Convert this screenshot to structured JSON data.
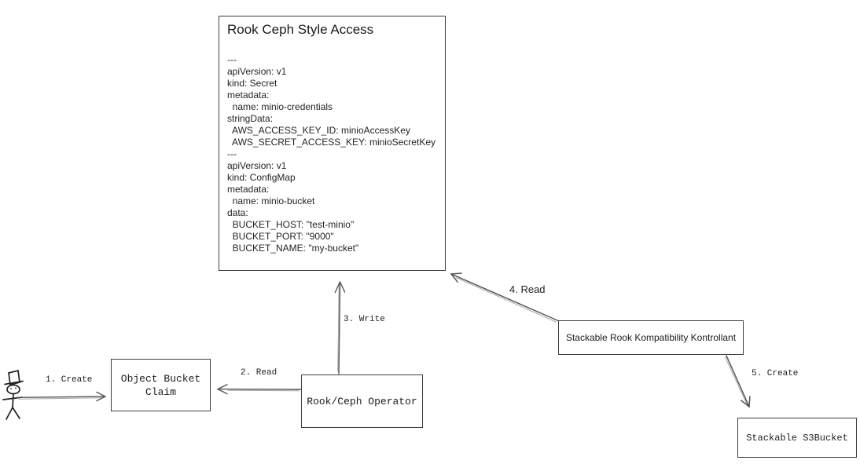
{
  "yaml_box": {
    "title": "Rook Ceph Style Access",
    "lines": [
      "---",
      "apiVersion: v1",
      "kind: Secret",
      "metadata:",
      "  name: minio-credentials",
      "stringData:",
      "  AWS_ACCESS_KEY_ID: minioAccessKey",
      "  AWS_SECRET_ACCESS_KEY: minioSecretKey",
      "---",
      "apiVersion: v1",
      "kind: ConfigMap",
      "metadata:",
      "  name: minio-bucket",
      "data:",
      "  BUCKET_HOST: \"test-minio\"",
      "  BUCKET_PORT: \"9000\"",
      "  BUCKET_NAME: \"my-bucket\""
    ]
  },
  "nodes": {
    "object_bucket_claim": {
      "label": "Object Bucket Claim"
    },
    "rook_ceph_operator": {
      "label": "Rook/Ceph Operator"
    },
    "kontrollant": {
      "label": "Stackable Rook Kompatibility Kontrollant"
    },
    "s3bucket": {
      "label": "Stackable S3Bucket"
    }
  },
  "arrows": {
    "create_claim": {
      "label": "1. Create"
    },
    "read_claim": {
      "label": "2. Read"
    },
    "write_resources": {
      "label": "3. Write"
    },
    "read_resources": {
      "label": "4. Read"
    },
    "create_s3bucket": {
      "label": "5. Create"
    }
  },
  "icons": {
    "actor": "stick-figure-with-top-hat"
  },
  "colors": {
    "background": "#ffffff",
    "box_border": "#3e3e3e",
    "arrow_stroke": "#555555",
    "text": "#1c1c1c"
  }
}
